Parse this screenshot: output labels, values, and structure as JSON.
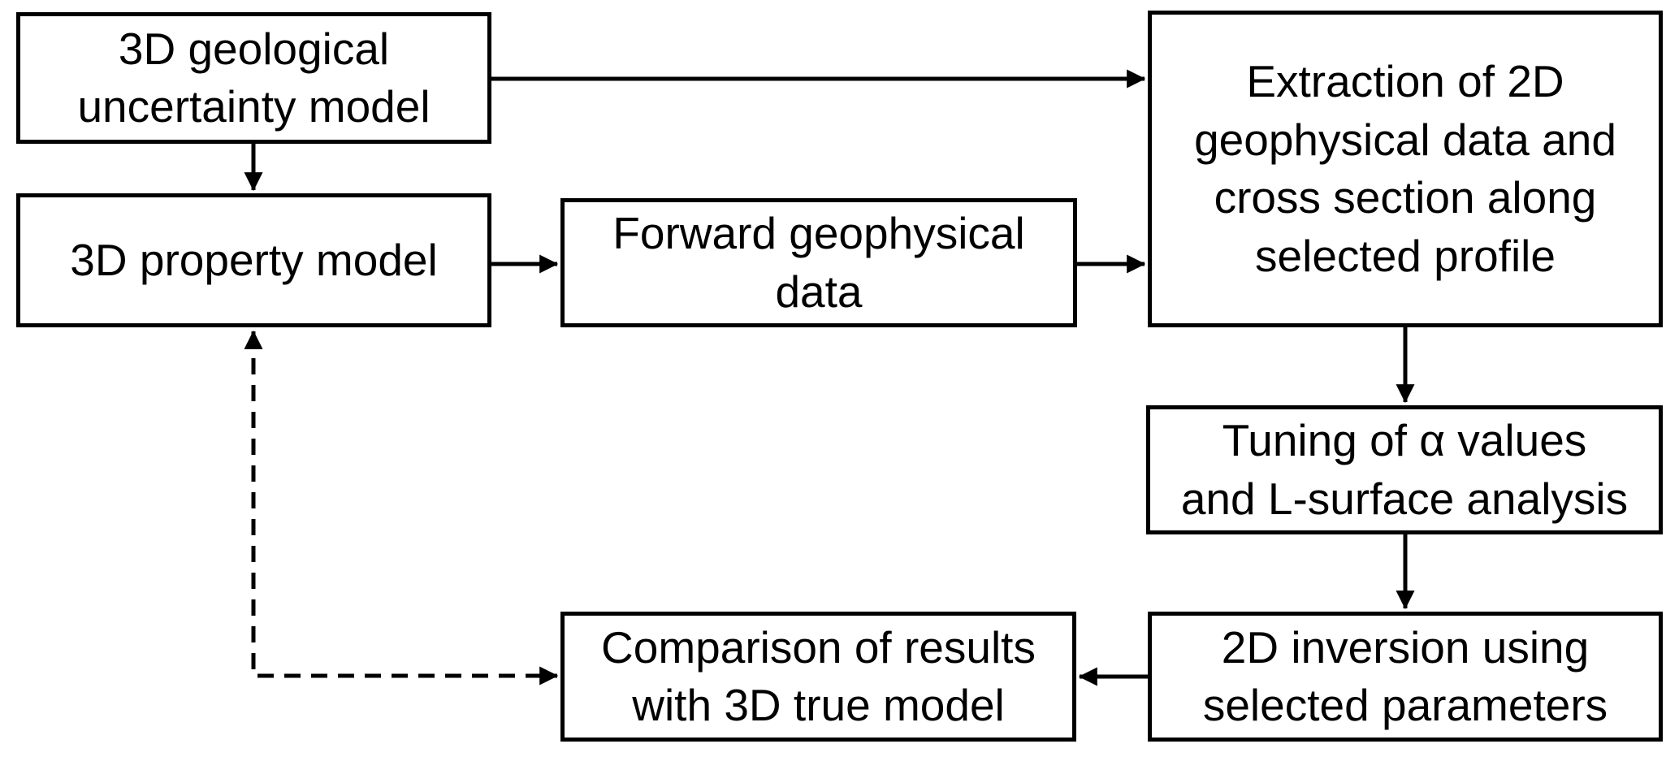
{
  "diagram": {
    "type": "flowchart",
    "colors": {
      "background": "#ffffff",
      "box_border": "#000000",
      "box_fill": "#ffffff",
      "text": "#000000",
      "arrow": "#000000"
    },
    "nodes": [
      {
        "id": "geological",
        "label": "3D geological\nuncertainty model"
      },
      {
        "id": "property",
        "label": "3D property model"
      },
      {
        "id": "forward",
        "label": "Forward geophysical\ndata"
      },
      {
        "id": "extraction",
        "label": "Extraction of 2D\ngeophysical data and\ncross section along\nselected profile"
      },
      {
        "id": "tuning",
        "label": "Tuning of α values\nand L-surface analysis"
      },
      {
        "id": "inversion",
        "label": "2D inversion using\nselected parameters"
      },
      {
        "id": "comparison",
        "label": "Comparison of results\nwith 3D true model"
      }
    ],
    "connections": [
      {
        "from": "geological",
        "to": "extraction",
        "style": "solid",
        "arrowheads": "end"
      },
      {
        "from": "geological",
        "to": "property",
        "style": "solid",
        "arrowheads": "end"
      },
      {
        "from": "property",
        "to": "forward",
        "style": "solid",
        "arrowheads": "end"
      },
      {
        "from": "forward",
        "to": "extraction",
        "style": "solid",
        "arrowheads": "end"
      },
      {
        "from": "extraction",
        "to": "tuning",
        "style": "solid",
        "arrowheads": "end"
      },
      {
        "from": "tuning",
        "to": "inversion",
        "style": "solid",
        "arrowheads": "end"
      },
      {
        "from": "inversion",
        "to": "comparison",
        "style": "solid",
        "arrowheads": "end"
      },
      {
        "from": "comparison",
        "to": "property",
        "style": "dashed",
        "arrowheads": "both"
      }
    ]
  }
}
